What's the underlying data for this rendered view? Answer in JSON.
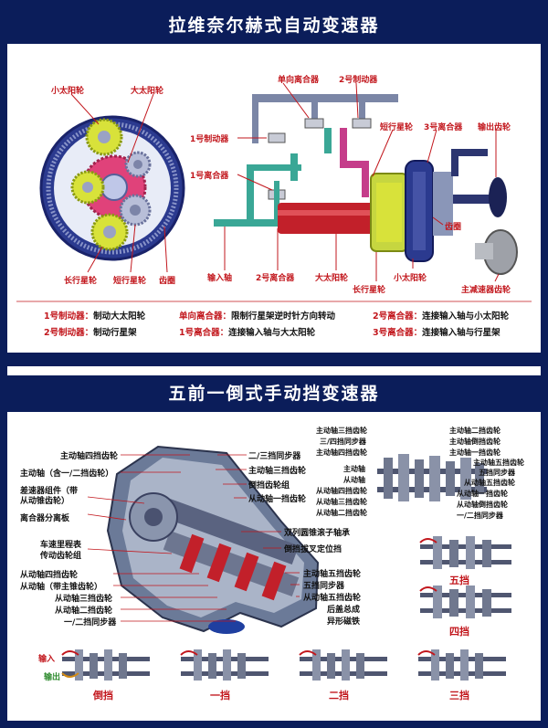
{
  "top": {
    "title": "拉维奈尔赫式自动变速器",
    "labels": {
      "small_sun": "小太阳轮",
      "big_sun": "大太阳轮",
      "long_planet": "长行星轮",
      "short_planet": "短行星轮",
      "ring": "齿圈",
      "one_way_clutch": "单向离合器",
      "brake2": "2号制动器",
      "brake1": "1号制动器",
      "clutch1": "1号离合器",
      "short_planet_r": "短行星轮",
      "clutch3": "3号离合器",
      "output_gear": "输出齿轮",
      "ring_r": "齿圈",
      "input_shaft": "输入轴",
      "clutch2": "2号离合器",
      "big_sun_r": "大太阳轮",
      "long_planet_r": "长行星轮",
      "small_sun_r": "小太阳轮",
      "final_drive": "主减速器齿轮"
    },
    "legend": [
      {
        "key": "1号制动器：",
        "text": "制动大太阳轮"
      },
      {
        "key": "单向离合器：",
        "text": "限制行星架逆时针方向转动"
      },
      {
        "key": "2号离合器：",
        "text": "连接输入轴与小太阳轮"
      },
      {
        "key": "2号制动器：",
        "text": "制动行星架"
      },
      {
        "key": "1号离合器：",
        "text": "连接输入轴与大太阳轮"
      },
      {
        "key": "3号离合器：",
        "text": "连接输入轴与行星架"
      }
    ]
  },
  "bottom": {
    "title": "五前一倒式手动挡变速器",
    "left_labels": [
      "主动轴四挡齿轮",
      "主动轴（含一/二挡齿轮）",
      "差速器组件（带",
      "从动锥齿轮）",
      "离合器分离板",
      "车速里程表",
      "传动齿轮组",
      "从动轴四挡齿轮",
      "从动轴（带主锥齿轮）",
      "从动轴三挡齿轮",
      "从动轴二挡齿轮",
      "一/二挡同步器"
    ],
    "mid_labels": [
      "二/三挡同步器",
      "主动轴三挡齿轮",
      "倒挡齿轮组",
      "从动轴一挡齿轮",
      "双列圆锥滚子轴承",
      "倒挡拔叉定位挡",
      "主动轴五挡齿轮",
      "五挡同步器",
      "从动轴五挡齿轮",
      "后盖总成",
      "异形磁铁"
    ],
    "right_left_labels": [
      "主动轴三挡齿轮",
      "三/四挡同步器",
      "主动轴四挡齿轮",
      "主动轴",
      "从动轴",
      "从动轴四挡齿轮",
      "从动轴三挡齿轮",
      "从动轴二挡齿轮"
    ],
    "right_right_labels": [
      "主动轴二挡齿轮",
      "主动轴倒挡齿轮",
      "主动轴一挡齿轮",
      "主动轴五挡齿轮",
      "五挡同步器",
      "从动轴五挡齿轮",
      "从动轴一挡齿轮",
      "从动轴倒挡齿轮",
      "一/二挡同步器"
    ],
    "gears": {
      "fifth": "五挡",
      "fourth": "四挡",
      "reverse": "倒挡",
      "first": "一挡",
      "second": "二挡",
      "third": "三挡"
    },
    "io": {
      "input": "输入",
      "output": "输出"
    }
  },
  "colors": {
    "navy": "#0b1d5a",
    "label_red": "#c2171d",
    "gear_yellow": "#d8e23a",
    "gear_pink": "#e0427a"
  }
}
